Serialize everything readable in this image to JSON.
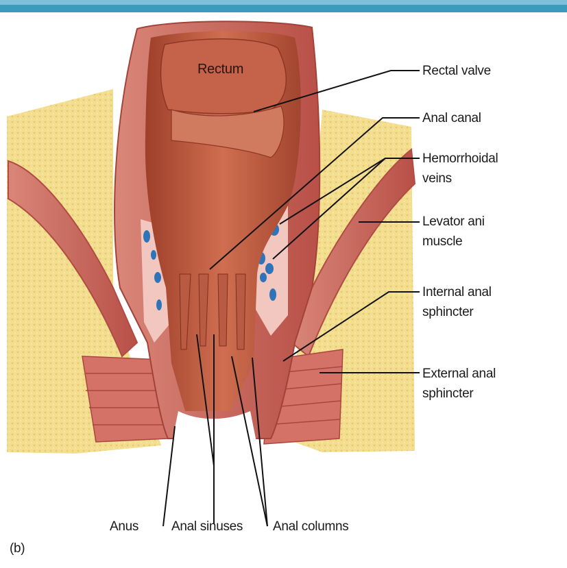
{
  "labels": {
    "rectum": "Rectum",
    "rectal_valve": "Rectal valve",
    "anal_canal": "Anal canal",
    "hemorrhoidal_veins_1": "Hemorrhoidal",
    "hemorrhoidal_veins_2": "veins",
    "levator_ani_1": "Levator ani",
    "levator_ani_2": "muscle",
    "internal_sphincter_1": "Internal anal",
    "internal_sphincter_2": "sphincter",
    "external_sphincter_1": "External anal",
    "external_sphincter_2": "sphincter",
    "anus": "Anus",
    "anal_sinuses": "Anal sinuses",
    "anal_columns": "Anal columns",
    "panel": "(b)"
  },
  "colors": {
    "fat": "#f3dd8e",
    "muscle": "#cf6a62",
    "mucosa": "#c8664b",
    "vein": "#2f74b8",
    "leader": "#111111",
    "banner": "#3b9bbd"
  }
}
